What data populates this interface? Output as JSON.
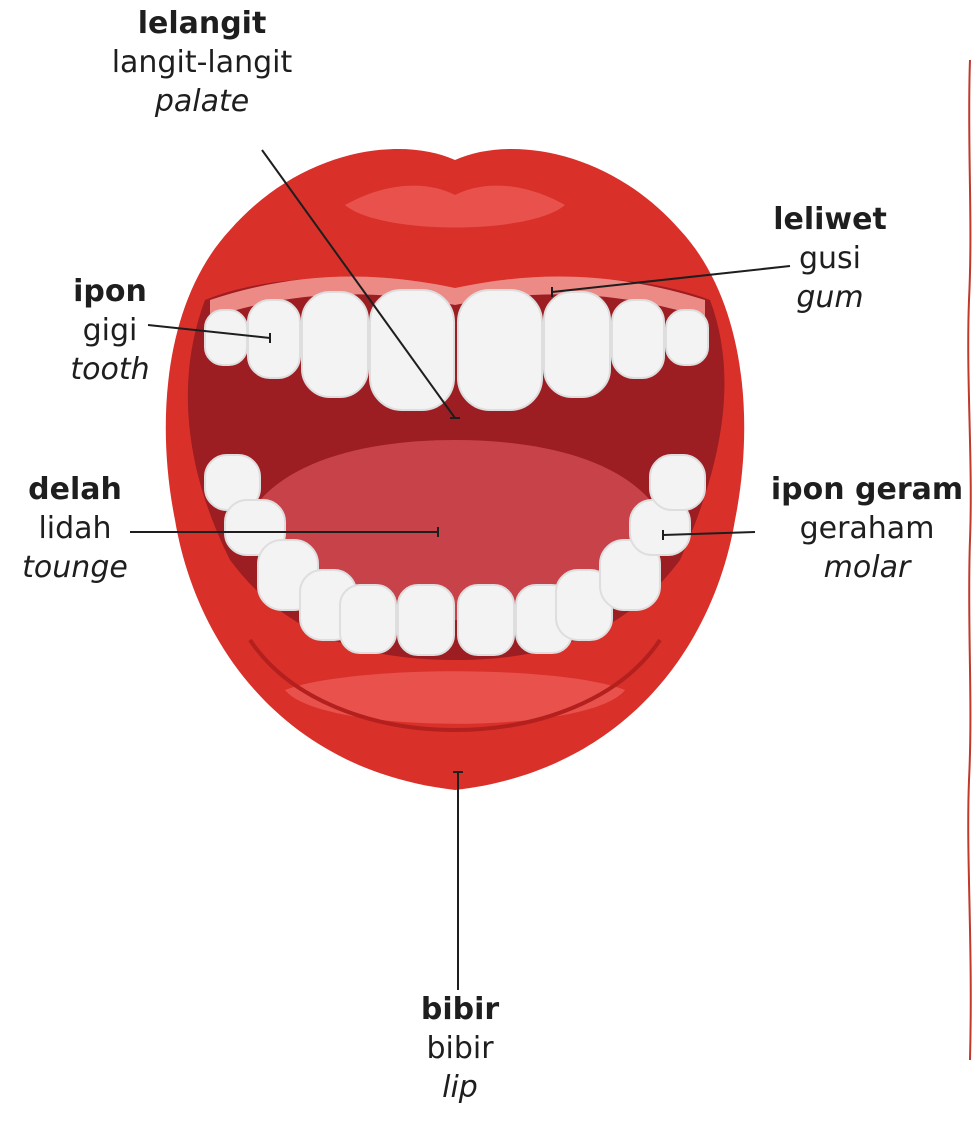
{
  "colors": {
    "lip": "#d9302a",
    "lip_dark": "#b3201d",
    "lip_highlight": "#e9524c",
    "mouth_interior": "#9c1d22",
    "tongue": "#c8424a",
    "gum": "#ec8a86",
    "teeth": "#f3f3f3",
    "line": "#1e1e1e",
    "text": "#1e1e1e"
  },
  "labels": {
    "palate": {
      "term": "lelangit",
      "indonesian": "langit-langit",
      "english": "palate"
    },
    "tooth": {
      "term": "ipon",
      "indonesian": "gigi",
      "english": "tooth"
    },
    "gum": {
      "term": "leliwet",
      "indonesian": "gusi",
      "english": "gum"
    },
    "tongue": {
      "term": "delah",
      "indonesian": "lidah",
      "english": "tounge"
    },
    "molar": {
      "term": "ipon geram",
      "indonesian": "geraham",
      "english": "molar"
    },
    "lip": {
      "term": "bibir",
      "indonesian": "bibir",
      "english": "lip"
    }
  }
}
